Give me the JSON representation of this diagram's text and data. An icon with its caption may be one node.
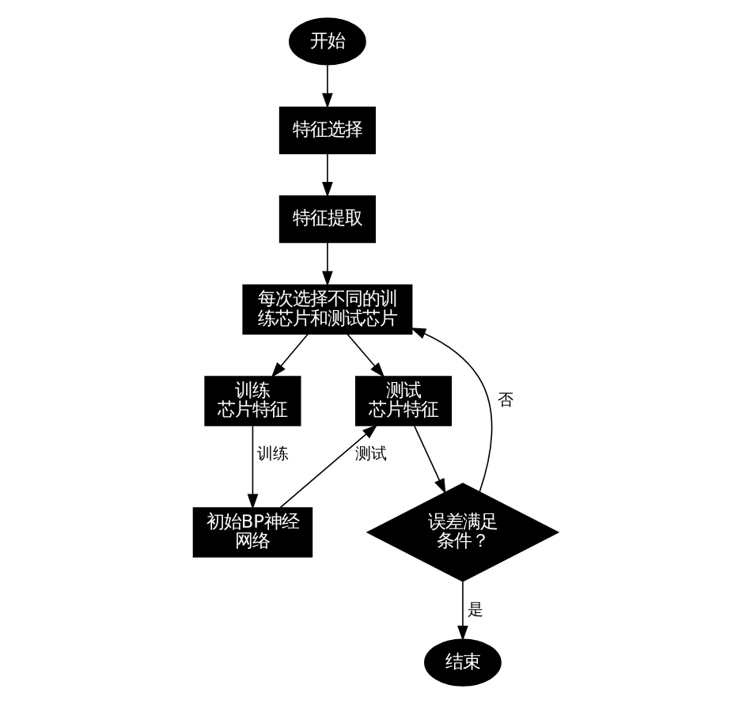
{
  "diagram": {
    "nodes": [
      {
        "text": [
          "开始"
        ]
      },
      {
        "text": [
          "特征选择"
        ]
      },
      {
        "text": [
          "特征提取"
        ]
      },
      {
        "text": [
          "每次选择不同的训练芯片和测试芯片"
        ]
      },
      {
        "text": [
          "训练芯片特征"
        ]
      },
      {
        "text": [
          "测试芯片特征"
        ]
      },
      {
        "text": [
          "初始BP神经网络"
        ]
      },
      {
        "text": [
          "误差满足条件？"
        ]
      },
      {
        "text": [
          "结束"
        ]
      }
    ],
    "edges": [
      {
        "from": 0,
        "to": 1,
        "arrow": "to"
      },
      {
        "from": 1,
        "to": 2,
        "arrow": "to"
      },
      {
        "from": 2,
        "to": 3,
        "arrow": "to"
      },
      {
        "from": 3,
        "to": 4,
        "arrow": "to"
      },
      {
        "from": 3,
        "to": 5,
        "arrow": "to"
      },
      {
        "from": 4,
        "to": 6,
        "arrow": "to",
        "label": "训练"
      },
      {
        "from": 6,
        "to": 5,
        "arrow": "to",
        "label": "测试"
      },
      {
        "from": 5,
        "to": 7,
        "arrow": "to"
      },
      {
        "from": 7,
        "to": 3,
        "arrow": "to",
        "label": "否"
      },
      {
        "from": 7,
        "to": 8,
        "arrow": "to",
        "label": "是"
      }
    ]
  }
}
